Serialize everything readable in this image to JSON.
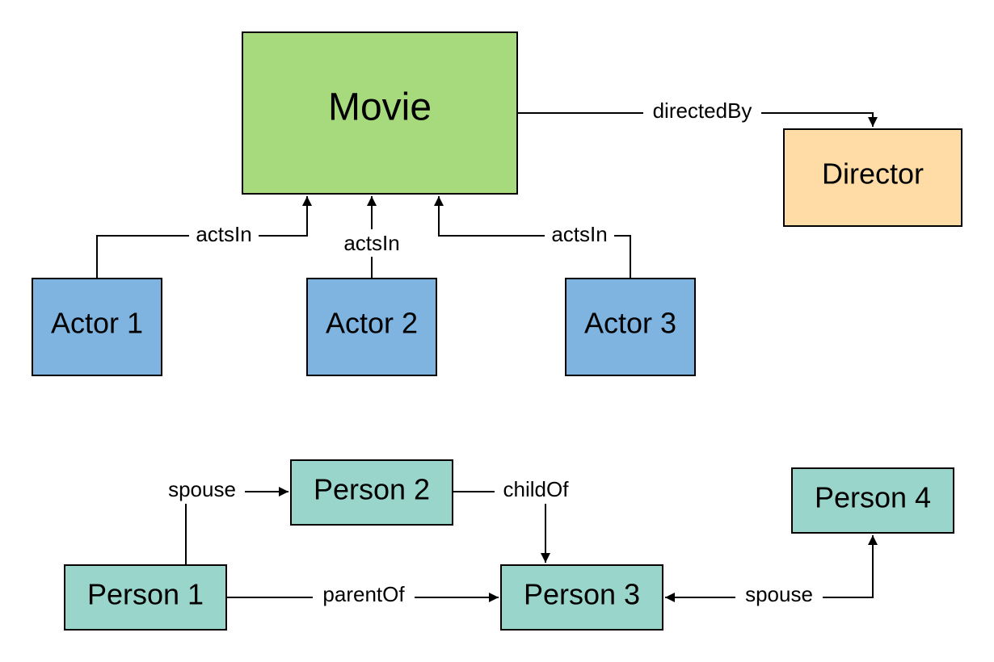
{
  "colors": {
    "movie": "#a6da7c",
    "director": "#ffdba6",
    "actor": "#7fb4e1",
    "person": "#9ad5cb"
  },
  "nodes": {
    "movie": {
      "label": "Movie"
    },
    "director": {
      "label": "Director"
    },
    "actor1": {
      "label": "Actor 1"
    },
    "actor2": {
      "label": "Actor 2"
    },
    "actor3": {
      "label": "Actor 3"
    },
    "person1": {
      "label": "Person 1"
    },
    "person2": {
      "label": "Person 2"
    },
    "person3": {
      "label": "Person 3"
    },
    "person4": {
      "label": "Person 4"
    }
  },
  "edges": {
    "directed_by": {
      "label": "directedBy"
    },
    "acts_in_1": {
      "label": "actsIn"
    },
    "acts_in_2": {
      "label": "actsIn"
    },
    "acts_in_3": {
      "label": "actsIn"
    },
    "spouse_1_2": {
      "label": "spouse"
    },
    "child_of": {
      "label": "childOf"
    },
    "parent_of": {
      "label": "parentOf"
    },
    "spouse_3_4": {
      "label": "spouse"
    }
  }
}
